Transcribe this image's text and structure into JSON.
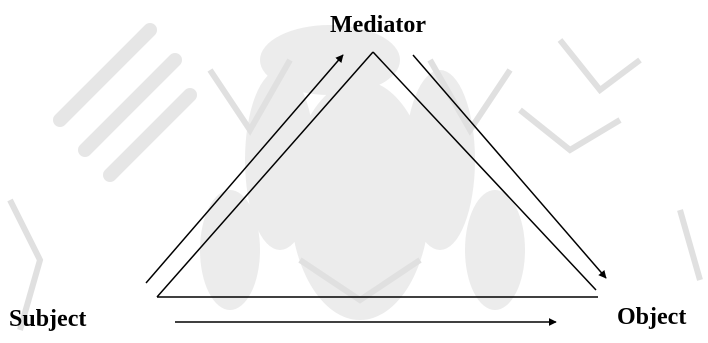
{
  "diagram": {
    "nodes": {
      "mediator": "Mediator",
      "subject": "Subject",
      "object": "Object"
    },
    "edges": [
      {
        "from": "Subject",
        "to": "Mediator",
        "arrow": true
      },
      {
        "from": "Mediator",
        "to": "Object",
        "arrow": true
      },
      {
        "from": "Subject",
        "to": "Object",
        "arrow": true
      },
      {
        "from": "Subject",
        "to": "Mediator",
        "arrow": false
      },
      {
        "from": "Mediator",
        "to": "Object",
        "arrow": false
      },
      {
        "from": "Subject",
        "to": "Object",
        "arrow": false
      }
    ]
  },
  "colors": {
    "ink": "#000000",
    "watermark": "#e4e4e4",
    "background": "#ffffff"
  }
}
